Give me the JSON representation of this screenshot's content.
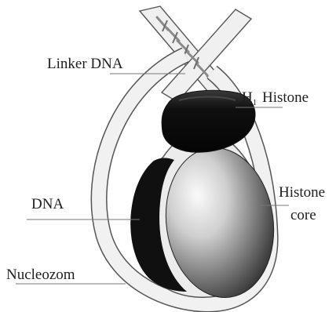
{
  "diagram": {
    "labels": {
      "linker_dna": "Linker DNA",
      "h1_histone_prefix": "H",
      "h1_histone_sub": "1",
      "h1_histone_suffix": " Histone",
      "dna": "DNA",
      "histone_core_line1": "Histone",
      "histone_core_line2": "core",
      "nucleosome": "Nucleozom"
    },
    "colors": {
      "dna_strand_fill": "#f1f1f1",
      "dna_strand_outline": "#555555",
      "h1_histone": "#151515",
      "histone_core_light": "#f4f4f4",
      "histone_core_dark": "#3a3a3a",
      "label_text": "#1e1e1e",
      "leader_line": "#777777"
    }
  }
}
